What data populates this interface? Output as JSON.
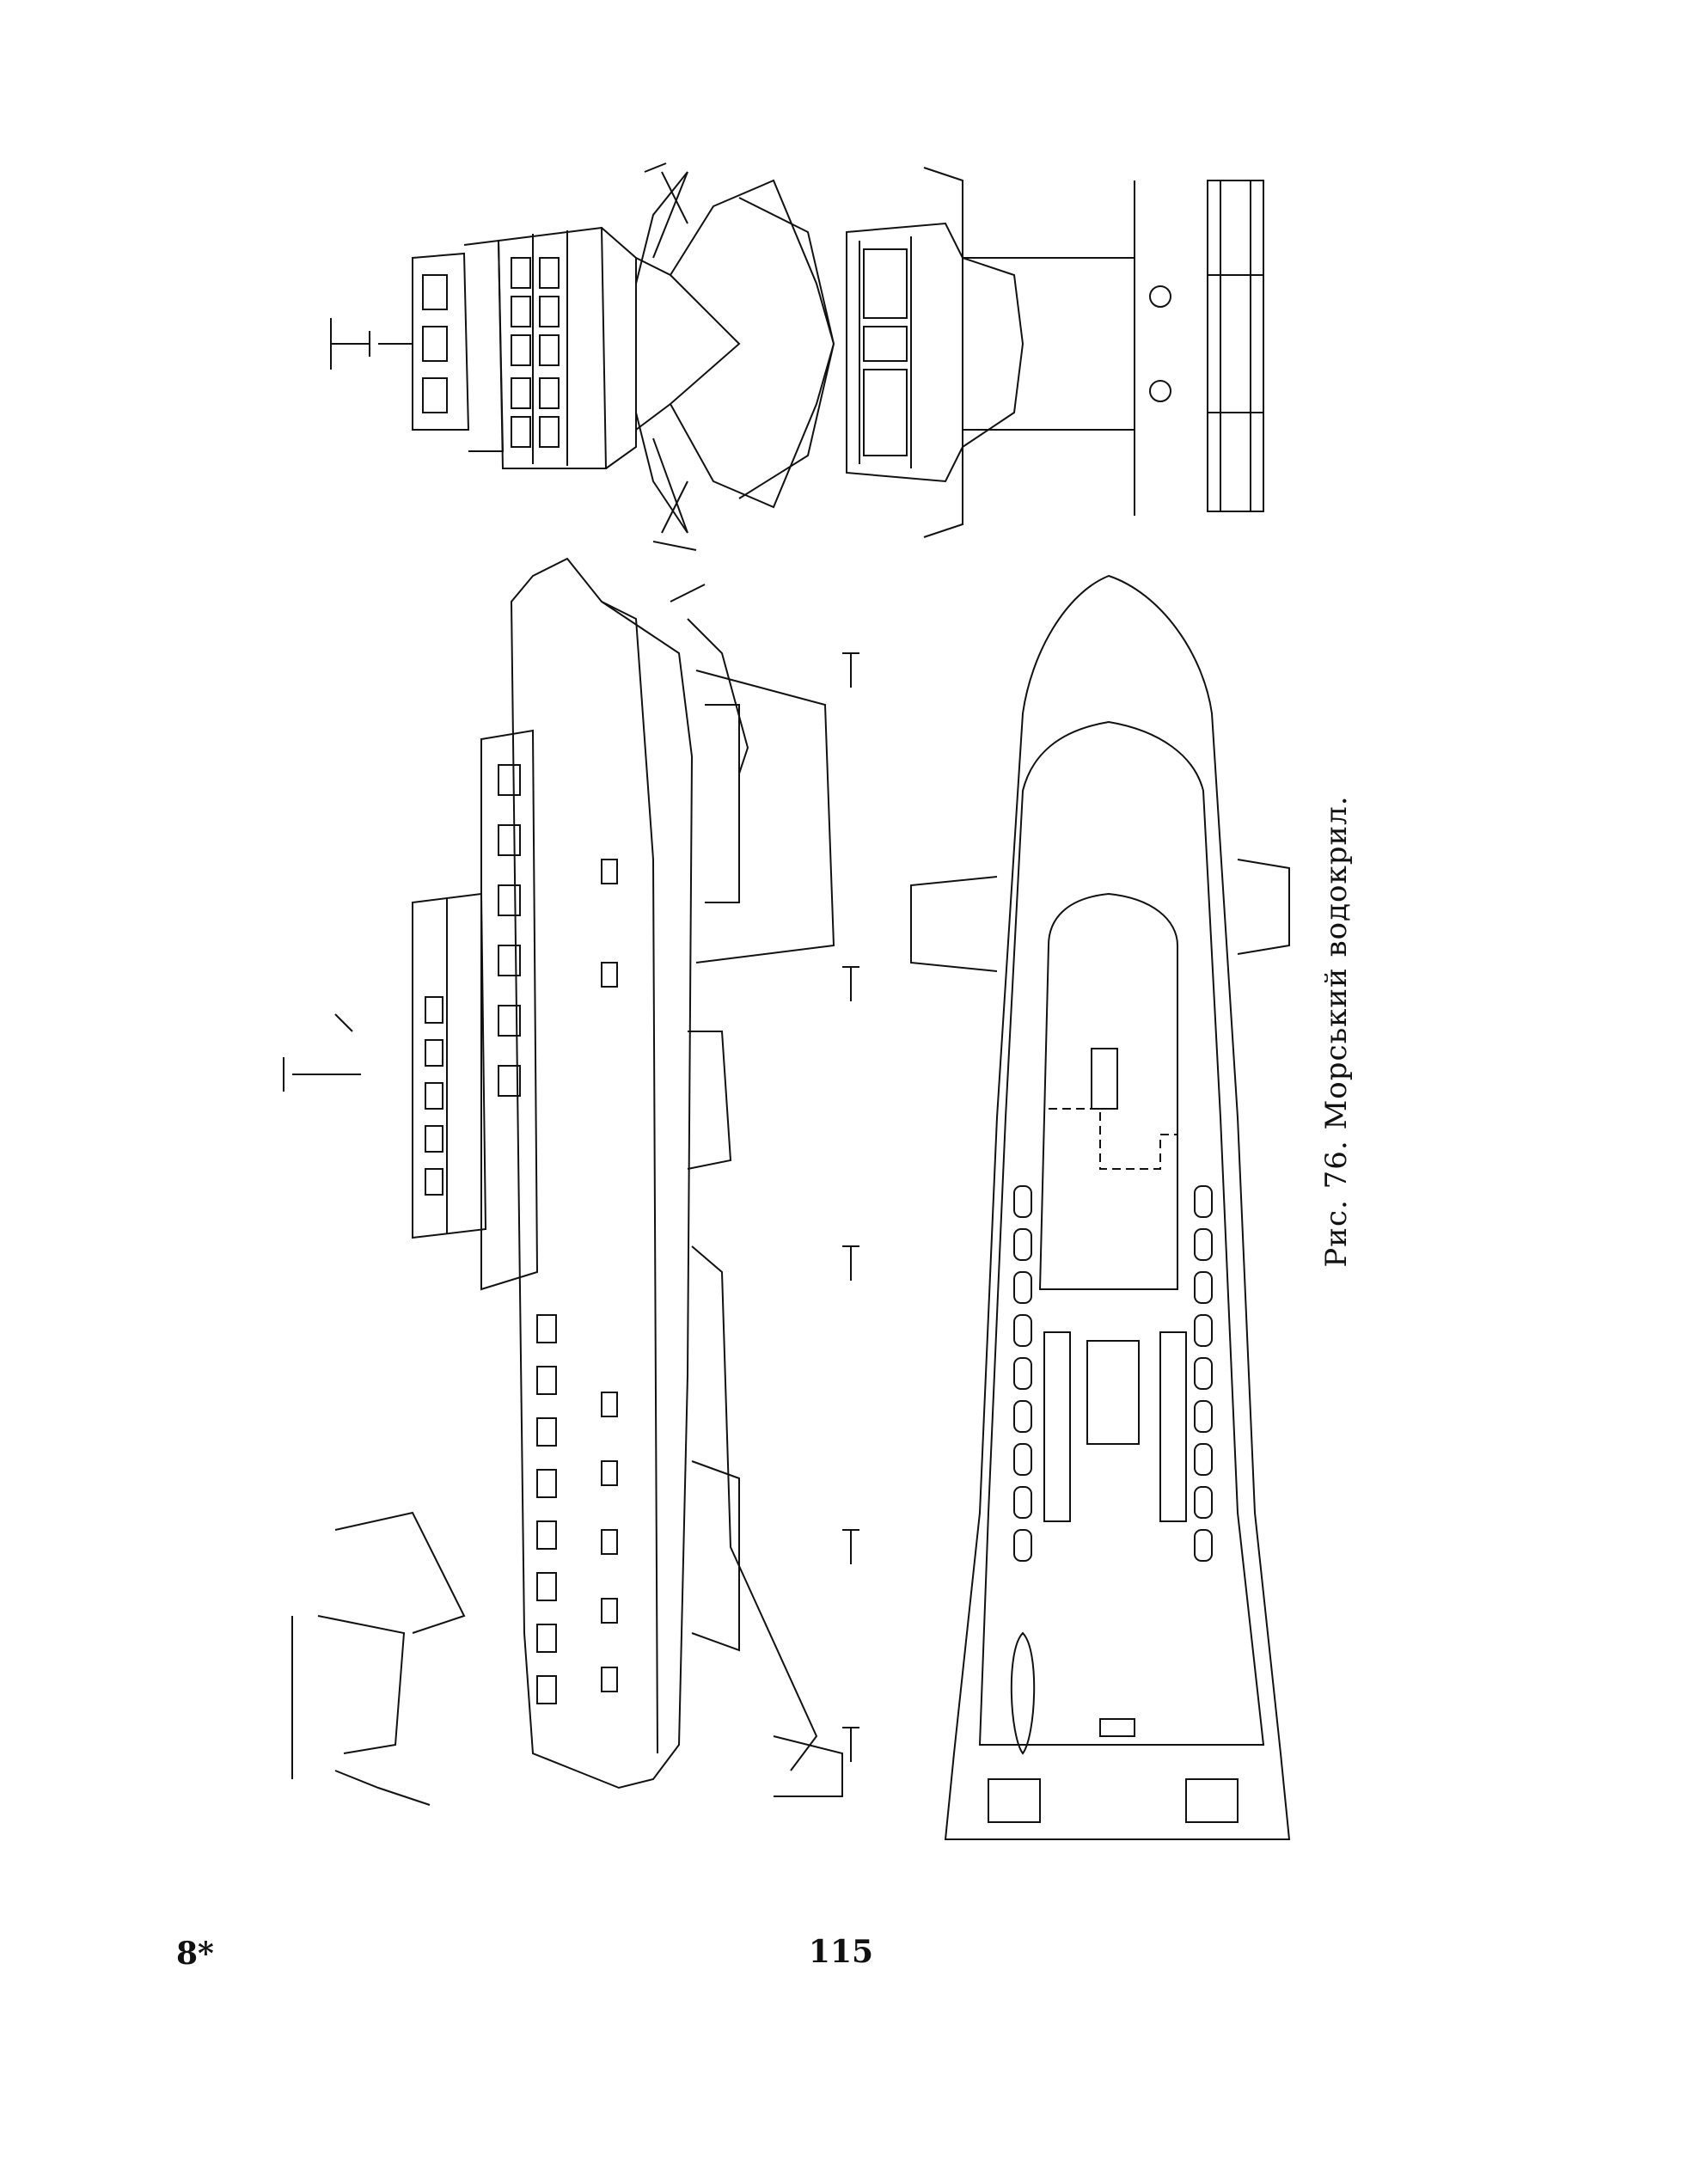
{
  "figure_caption": "Рис. 76. Морський водокрил.",
  "page_number": "115",
  "signature_mark": "8*"
}
